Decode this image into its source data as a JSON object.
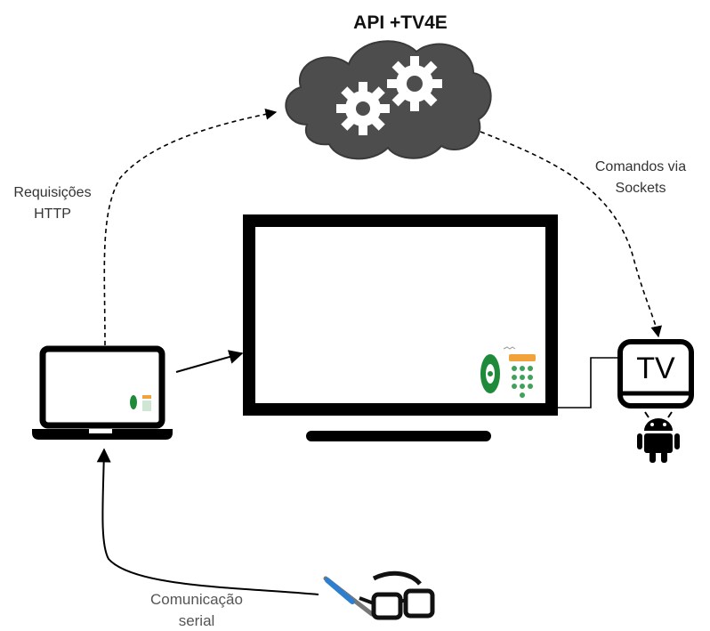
{
  "cloud": {
    "title": "API +TV4E"
  },
  "labels": {
    "http": [
      "Requisições",
      "HTTP"
    ],
    "sockets": [
      "Comandos via",
      "Sockets"
    ],
    "serial": [
      "Comunicação",
      "serial"
    ]
  },
  "tv_box": {
    "text": "TV"
  },
  "colors": {
    "cloud": "#4d4d4d",
    "stroke": "#000000",
    "tv_app_green": "#1f8a3a",
    "tv_app_orange": "#f2a23a",
    "glasses_blue": "#2f7fd1"
  }
}
